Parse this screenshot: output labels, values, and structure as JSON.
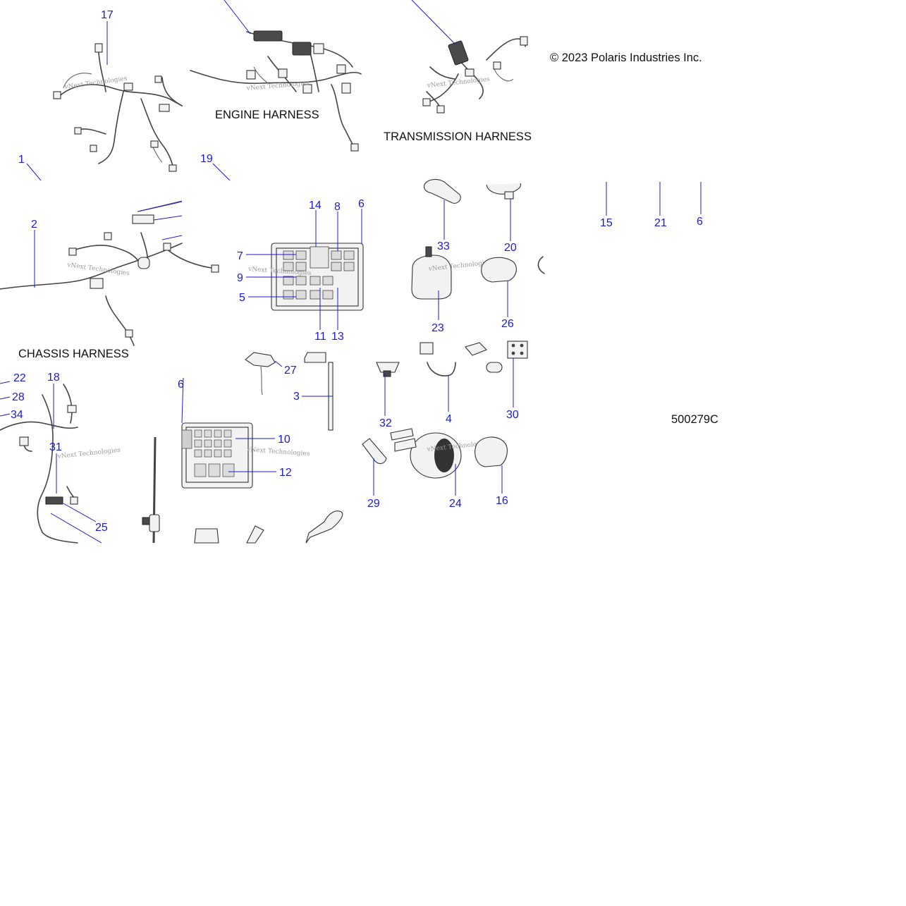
{
  "copyright": "© 2023 Polaris Industries Inc.",
  "diagram_id": "500279C",
  "watermark": "vNext Technologies",
  "colors": {
    "callout": "#1a1adb",
    "caption": "#111111",
    "line_art": "#333333"
  },
  "captions": {
    "engine": "ENGINE HARNESS",
    "transmission": "TRANSMISSION HARNESS",
    "chassis": "CHASSIS HARNESS"
  },
  "callouts": {
    "c1": "1",
    "c2": "2",
    "c3": "3",
    "c4": "4",
    "c5": "5",
    "c6a": "6",
    "c6b": "6",
    "c6c": "6",
    "c7": "7",
    "c8": "8",
    "c9": "9",
    "c10": "10",
    "c11": "11",
    "c12": "12",
    "c13": "13",
    "c14": "14",
    "c15": "15",
    "c16": "16",
    "c17": "17",
    "c18": "18",
    "c19": "19",
    "c20": "20",
    "c21": "21",
    "c22": "22",
    "c23": "23",
    "c24": "24",
    "c25": "25",
    "c26": "26",
    "c27": "27",
    "c28": "28",
    "c29": "29",
    "c30": "30",
    "c31": "31",
    "c32": "32",
    "c33": "33",
    "c34": "34"
  }
}
